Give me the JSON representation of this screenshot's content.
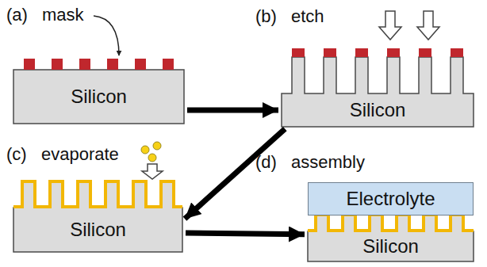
{
  "diagram": {
    "nodes": [
      {
        "text": [
          "Silicon"
        ]
      },
      {
        "text": [
          "Silicon"
        ]
      },
      {
        "text": [
          "Silicon"
        ]
      },
      {
        "text": [
          "Electrolyte"
        ]
      },
      {
        "text": [
          "Silicon"
        ]
      }
    ],
    "edges": [
      {
        "from": 0,
        "to": 1,
        "arrow": "to"
      },
      {
        "from": 1,
        "to": 2,
        "arrow": "to"
      },
      {
        "from": 2,
        "to": 4,
        "arrow": "to"
      }
    ],
    "labels": [
      "(a)",
      "mask",
      "(b)",
      "etch",
      "(c)",
      "evaporate",
      "(d)",
      "assembly"
    ]
  }
}
